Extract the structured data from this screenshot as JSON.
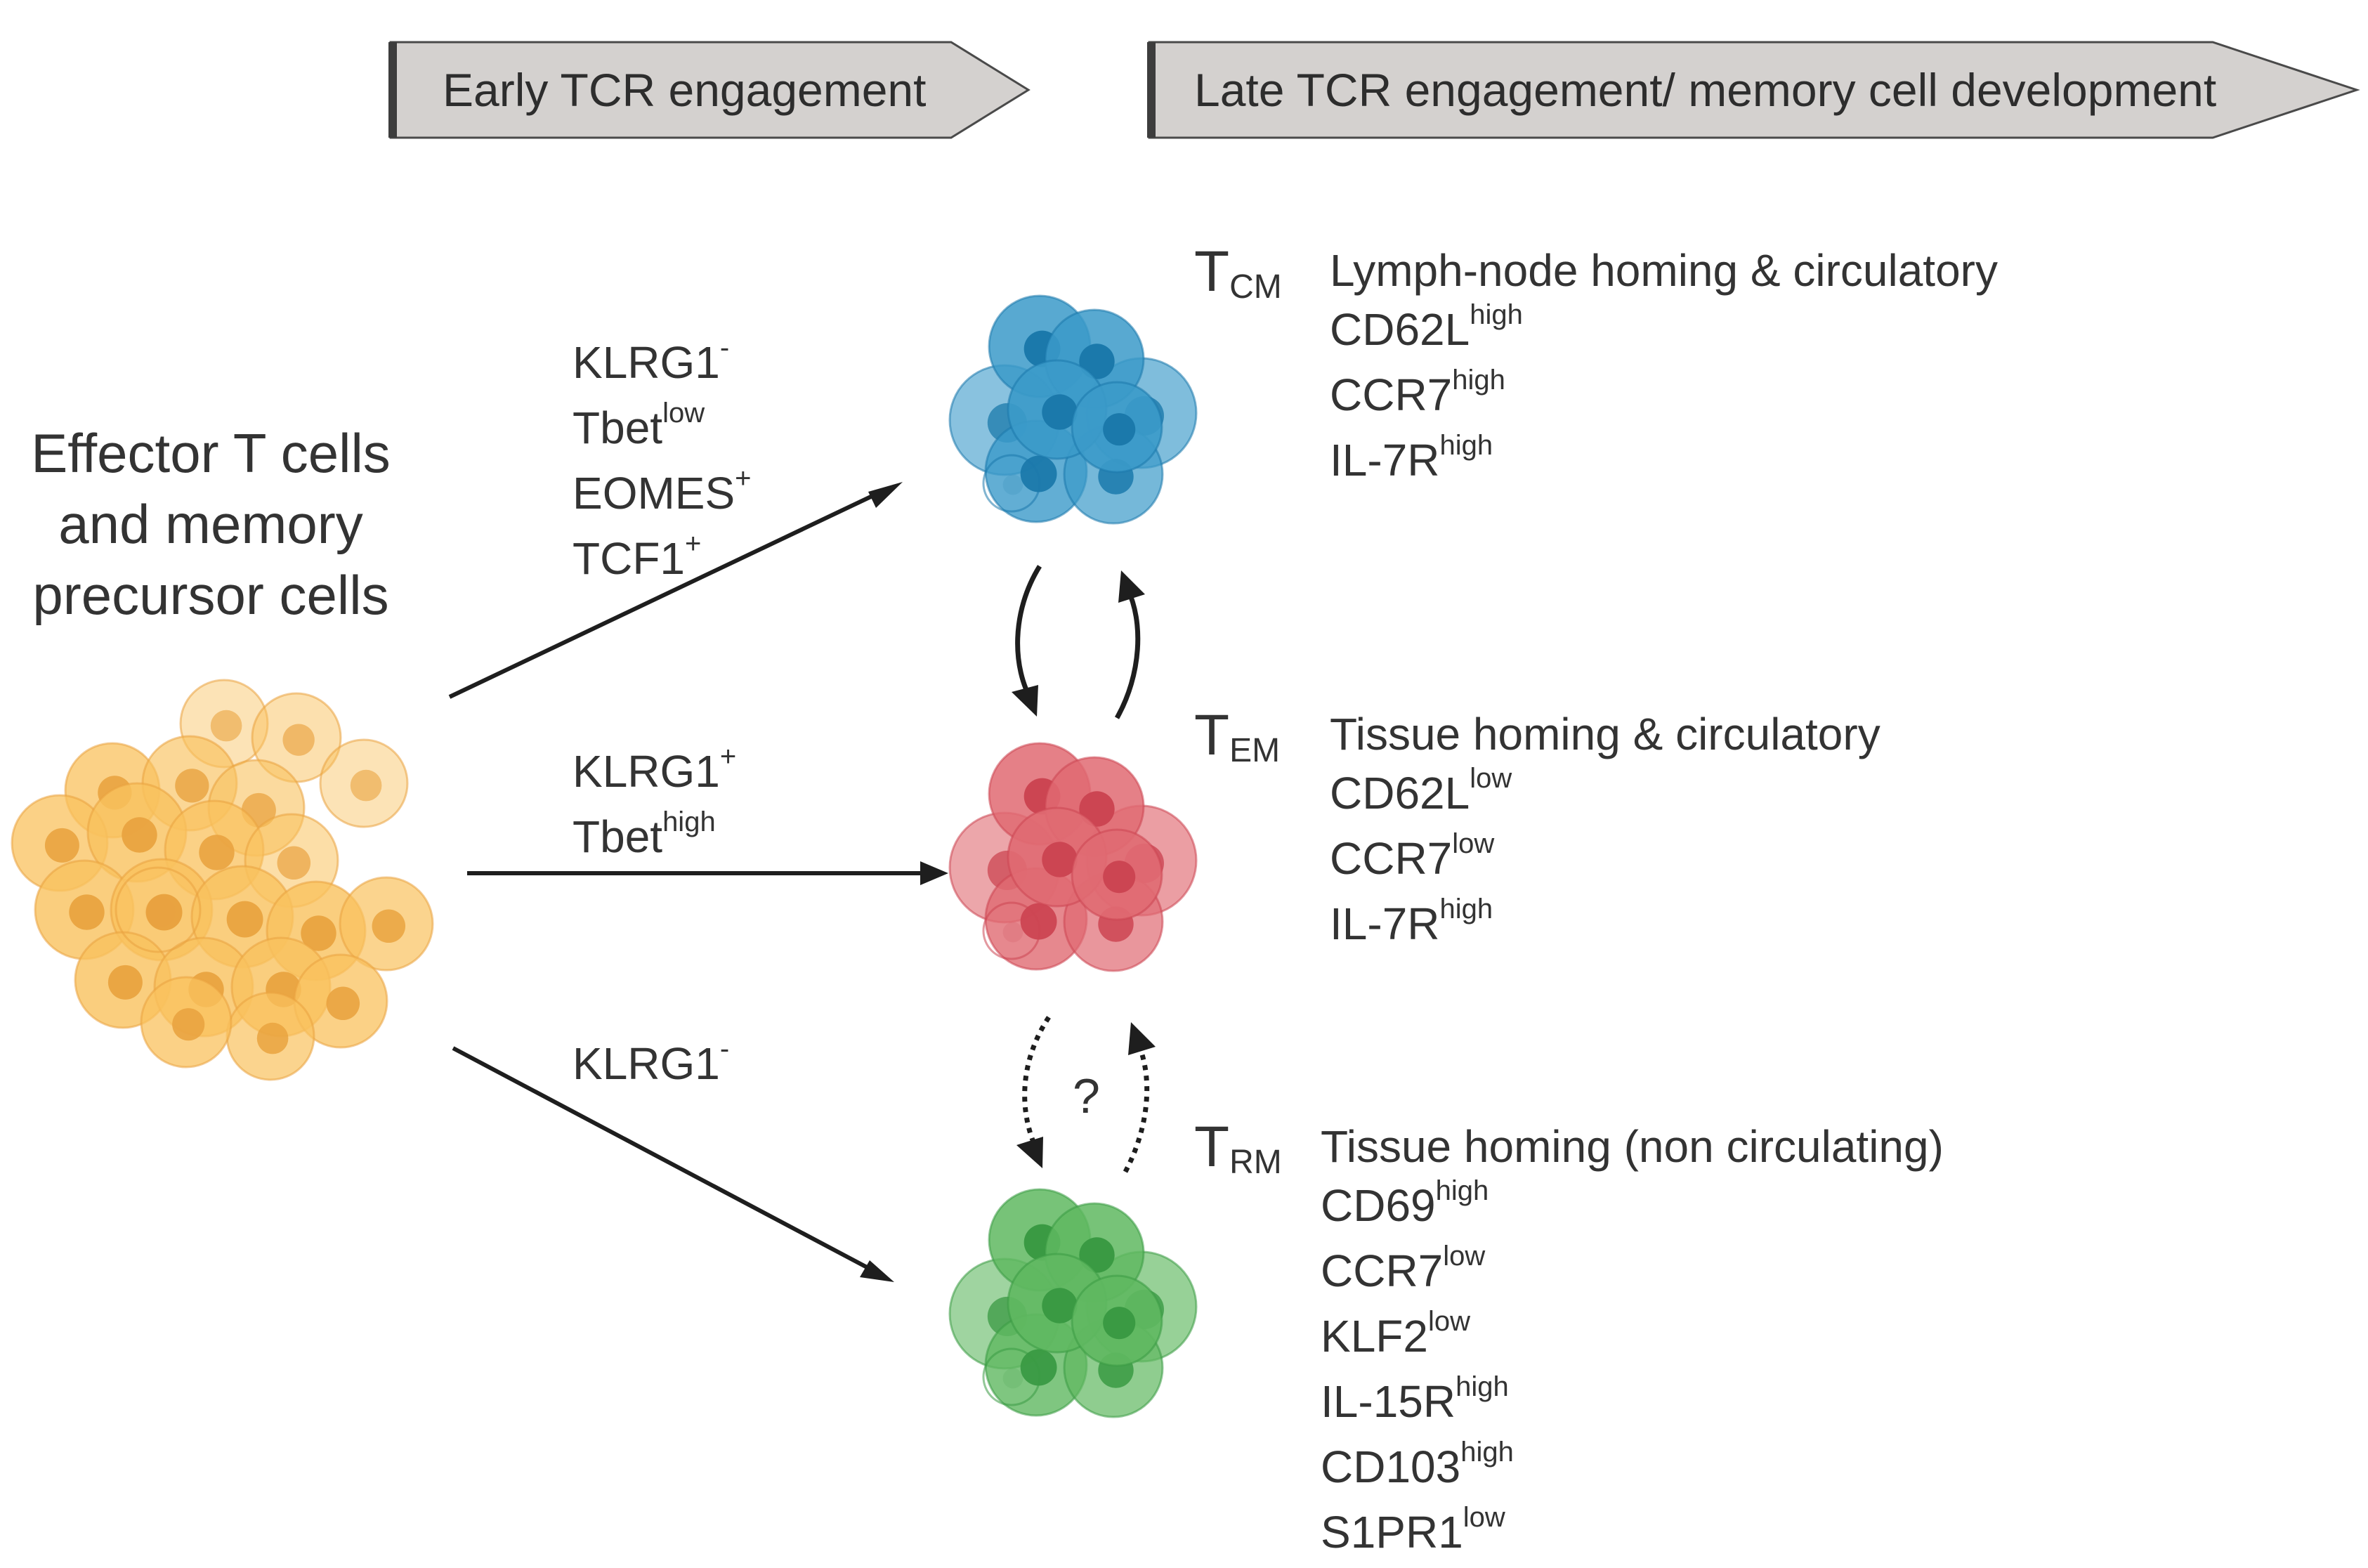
{
  "phases": {
    "early": "Early TCR engagement",
    "late": "Late TCR engagement/ memory cell development"
  },
  "source": {
    "line1": "Effector T cells",
    "line2": "and memory",
    "line3": "precursor cells"
  },
  "pathways": {
    "upper": [
      {
        "name": "KLRG1",
        "sup": "-"
      },
      {
        "name": "Tbet",
        "sup": "low"
      },
      {
        "name": "EOMES",
        "sup": "+"
      },
      {
        "name": "TCF1",
        "sup": "+"
      }
    ],
    "middle": [
      {
        "name": "KLRG1",
        "sup": "+"
      },
      {
        "name": "Tbet",
        "sup": "high"
      }
    ],
    "lower": [
      {
        "name": "KLRG1",
        "sup": "-"
      }
    ]
  },
  "subsets": {
    "tcm": {
      "symbol": "T",
      "subscript": "CM",
      "title": "Lymph-node homing & circulatory",
      "markers": [
        {
          "name": "CD62L",
          "sup": "high"
        },
        {
          "name": "CCR7",
          "sup": "high"
        },
        {
          "name": "IL-7R",
          "sup": "high"
        }
      ]
    },
    "tem": {
      "symbol": "T",
      "subscript": "EM",
      "title": "Tissue homing & circulatory",
      "markers": [
        {
          "name": "CD62L",
          "sup": "low"
        },
        {
          "name": "CCR7",
          "sup": "low"
        },
        {
          "name": "IL-7R",
          "sup": "high"
        }
      ]
    },
    "trm": {
      "symbol": "T",
      "subscript": "RM",
      "title": "Tissue homing (non circulating)",
      "markers": [
        {
          "name": "CD69",
          "sup": "high"
        },
        {
          "name": "CCR7",
          "sup": "low"
        },
        {
          "name": "KLF2",
          "sup": "low"
        },
        {
          "name": "IL-15R",
          "sup": "high"
        },
        {
          "name": "CD103",
          "sup": "high"
        },
        {
          "name": "S1PR1",
          "sup": "low"
        }
      ]
    }
  },
  "uncertainty_mark": "?",
  "colors": {
    "effector_fill": "#f9c25e",
    "effector_nucleus": "#e9a340",
    "tcm_fill": "#3b9ac9",
    "tcm_nucleus": "#1b79ab",
    "tem_fill": "#e06a72",
    "tem_nucleus": "#cc4552",
    "trm_fill": "#5fb860",
    "trm_nucleus": "#3a9a43",
    "phase_bar": "#d4d1cf",
    "arrow": "#1e1e1e"
  }
}
